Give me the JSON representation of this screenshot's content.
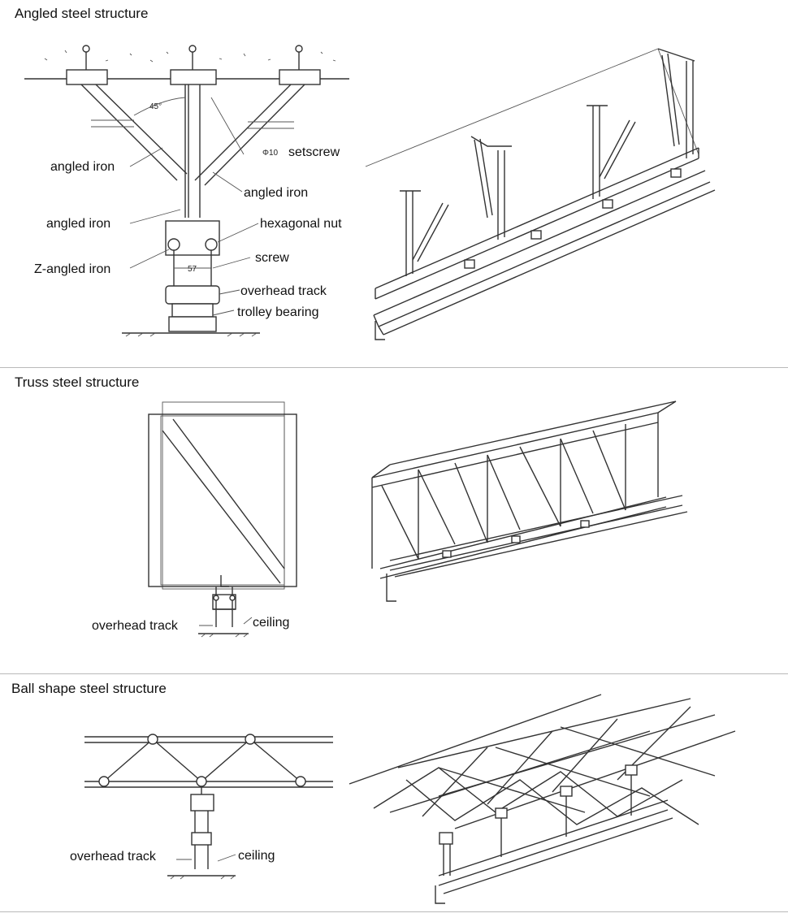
{
  "sections": {
    "angled": {
      "title": "Angled steel structure",
      "labels": {
        "angled_iron_1": "angled iron",
        "setscrew": "setscrew",
        "angled_iron_2": "angled iron",
        "angled_iron_3": "angled iron",
        "hexagonal_nut": "hexagonal nut",
        "z_angled_iron": "Z-angled iron",
        "screw": "screw",
        "overhead_track": "overhead track",
        "trolley_bearing": "trolley bearing"
      },
      "dimensions": {
        "angle": "45°",
        "diameter": "Φ10",
        "width": "57"
      }
    },
    "truss": {
      "title": "Truss steel structure",
      "labels": {
        "overhead_track": "overhead track",
        "ceiling": "ceiling"
      }
    },
    "ball": {
      "title": "Ball shape steel structure",
      "labels": {
        "overhead_track": "overhead track",
        "ceiling": "ceiling"
      }
    }
  }
}
